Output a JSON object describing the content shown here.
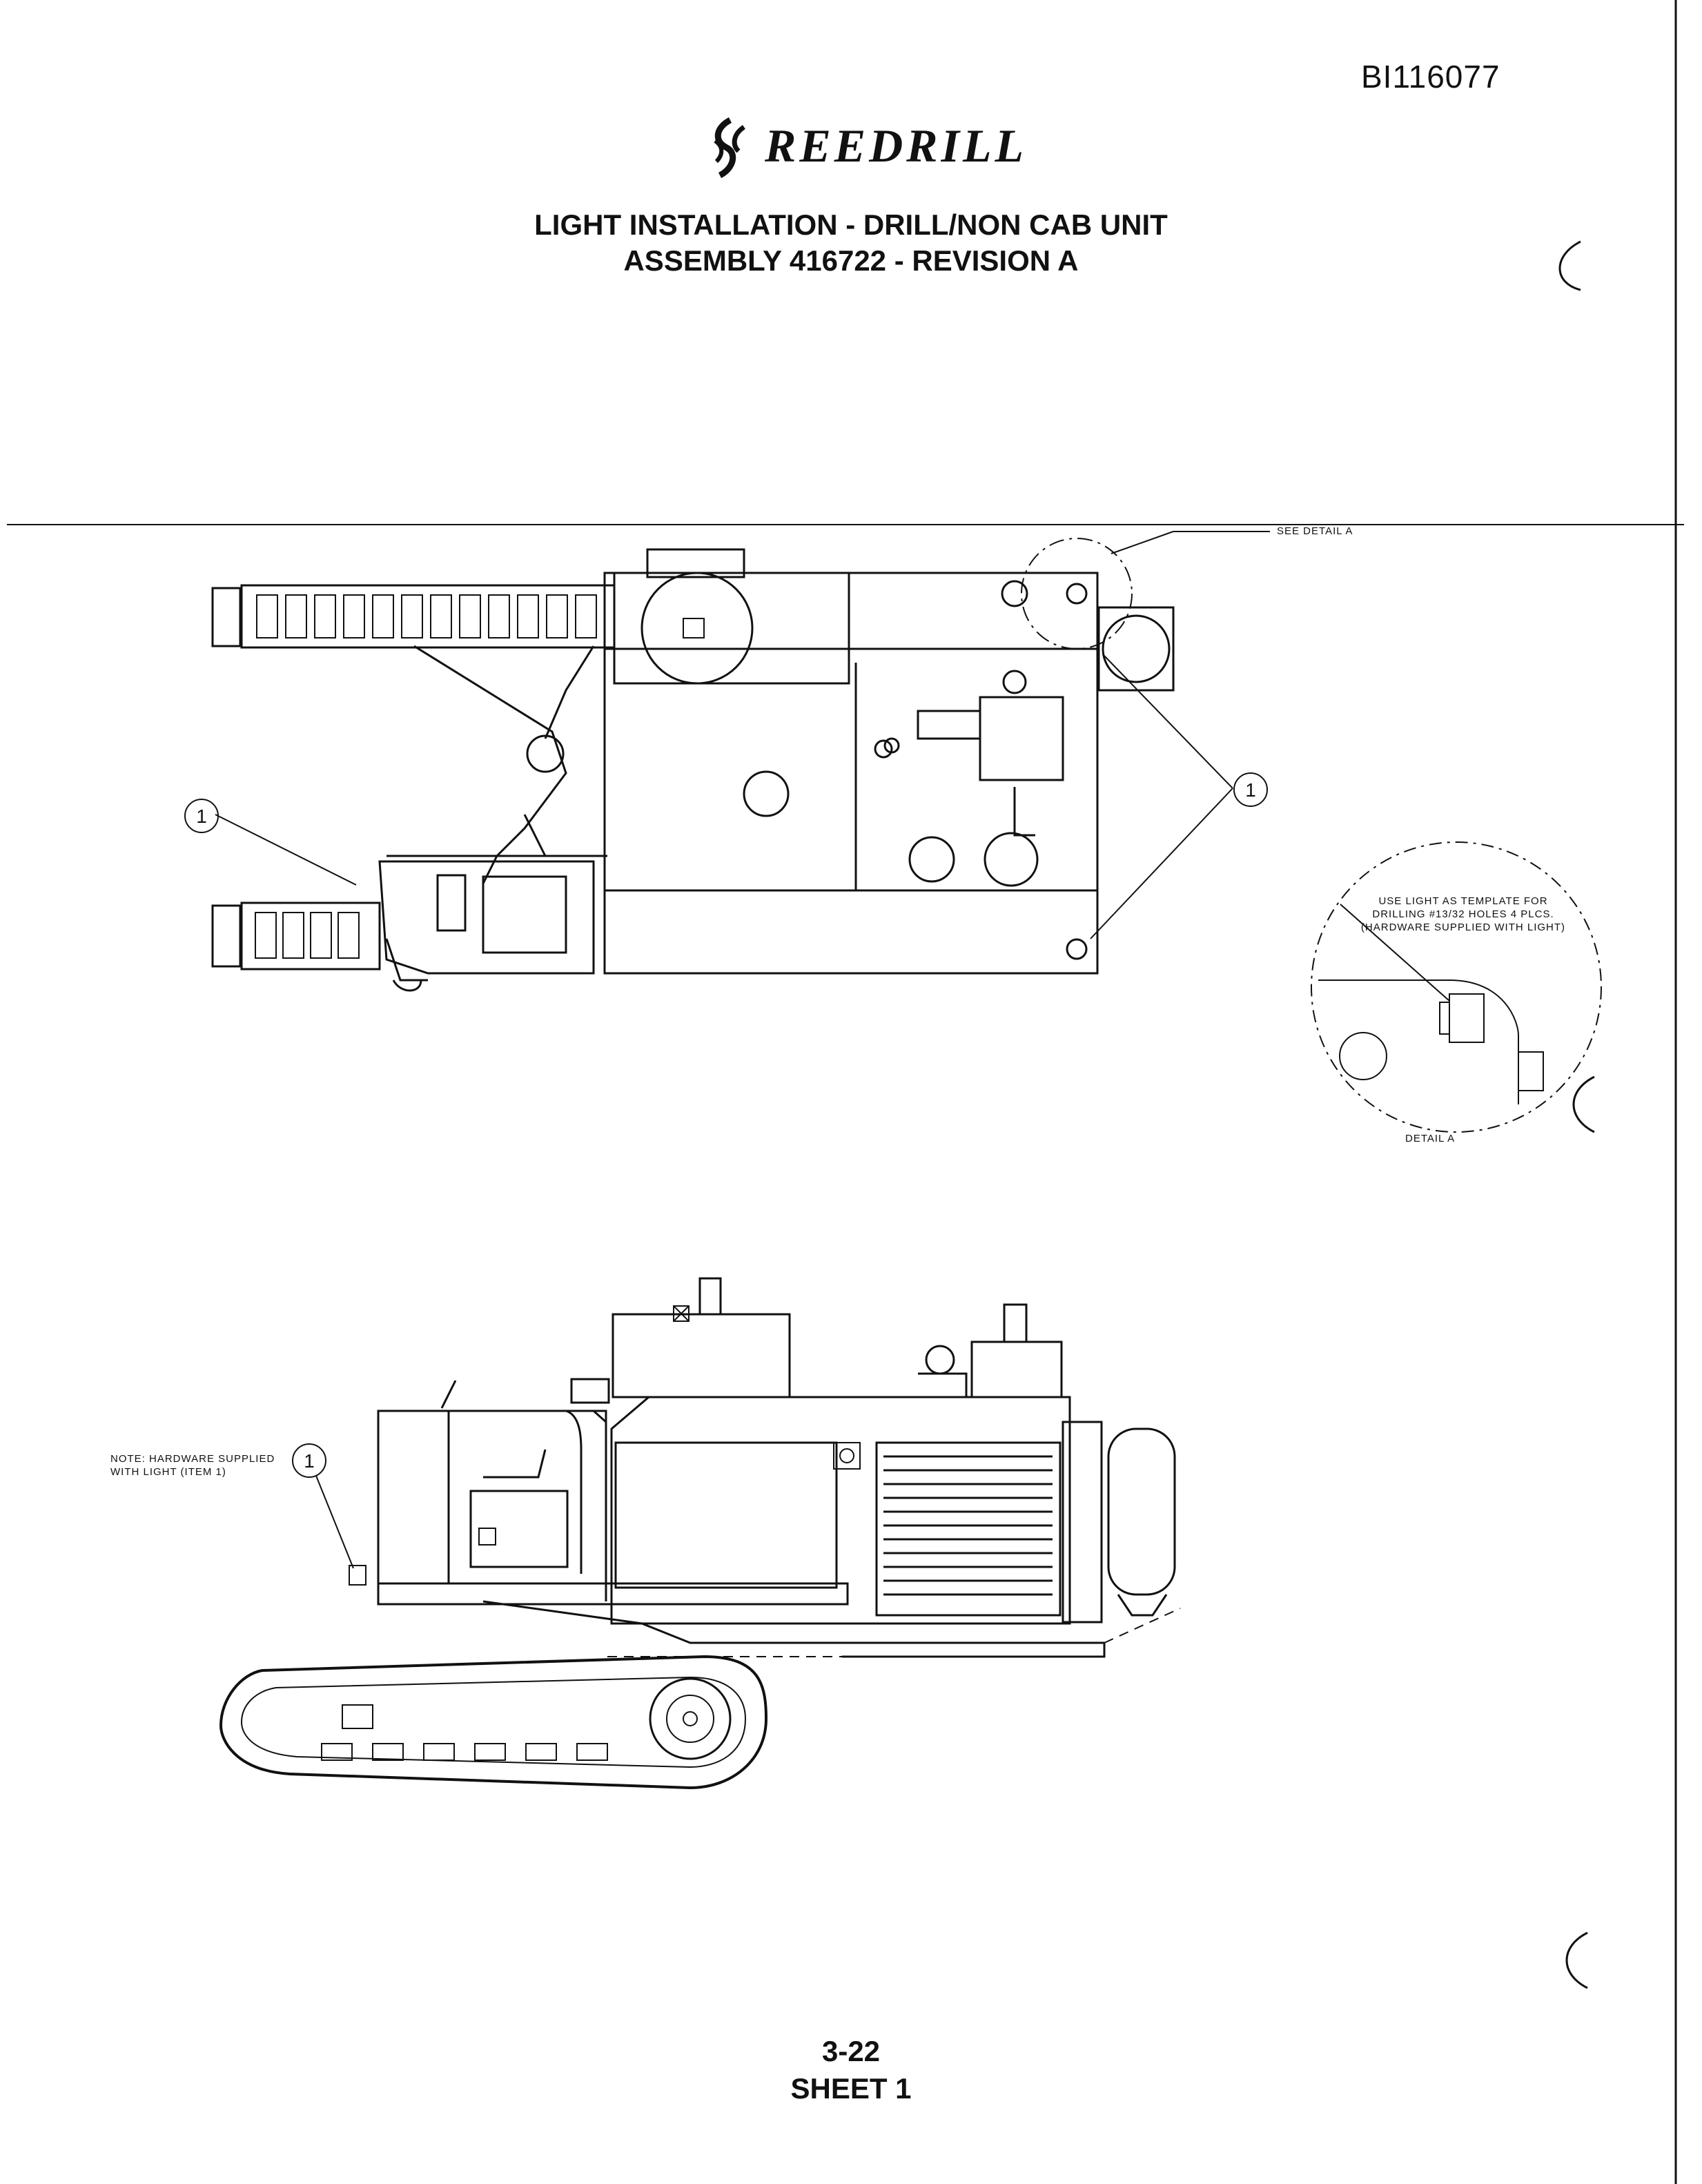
{
  "header": {
    "document_id": "BI116077",
    "brand": "REEDRILL",
    "title_line1": "LIGHT INSTALLATION - DRILL/NON CAB UNIT",
    "title_line2": "ASSEMBLY 416722 - REVISION A"
  },
  "top_view": {
    "callout_left": "1",
    "callout_right": "1",
    "see_detail_label": "SEE DETAIL A"
  },
  "detail_a": {
    "note_line1": "USE LIGHT AS TEMPLATE FOR",
    "note_line2": "DRILLING #13/32 HOLES 4 PLCS.",
    "note_line3": "(HARDWARE SUPPLIED WITH LIGHT)",
    "label": "DETAIL A"
  },
  "side_view": {
    "note_line1": "NOTE: HARDWARE SUPPLIED",
    "note_line2": "WITH LIGHT (ITEM 1)",
    "callout": "1"
  },
  "footer": {
    "page_number": "3-22",
    "sheet": "SHEET 1"
  },
  "colors": {
    "ink": "#111111",
    "paper": "#ffffff"
  }
}
